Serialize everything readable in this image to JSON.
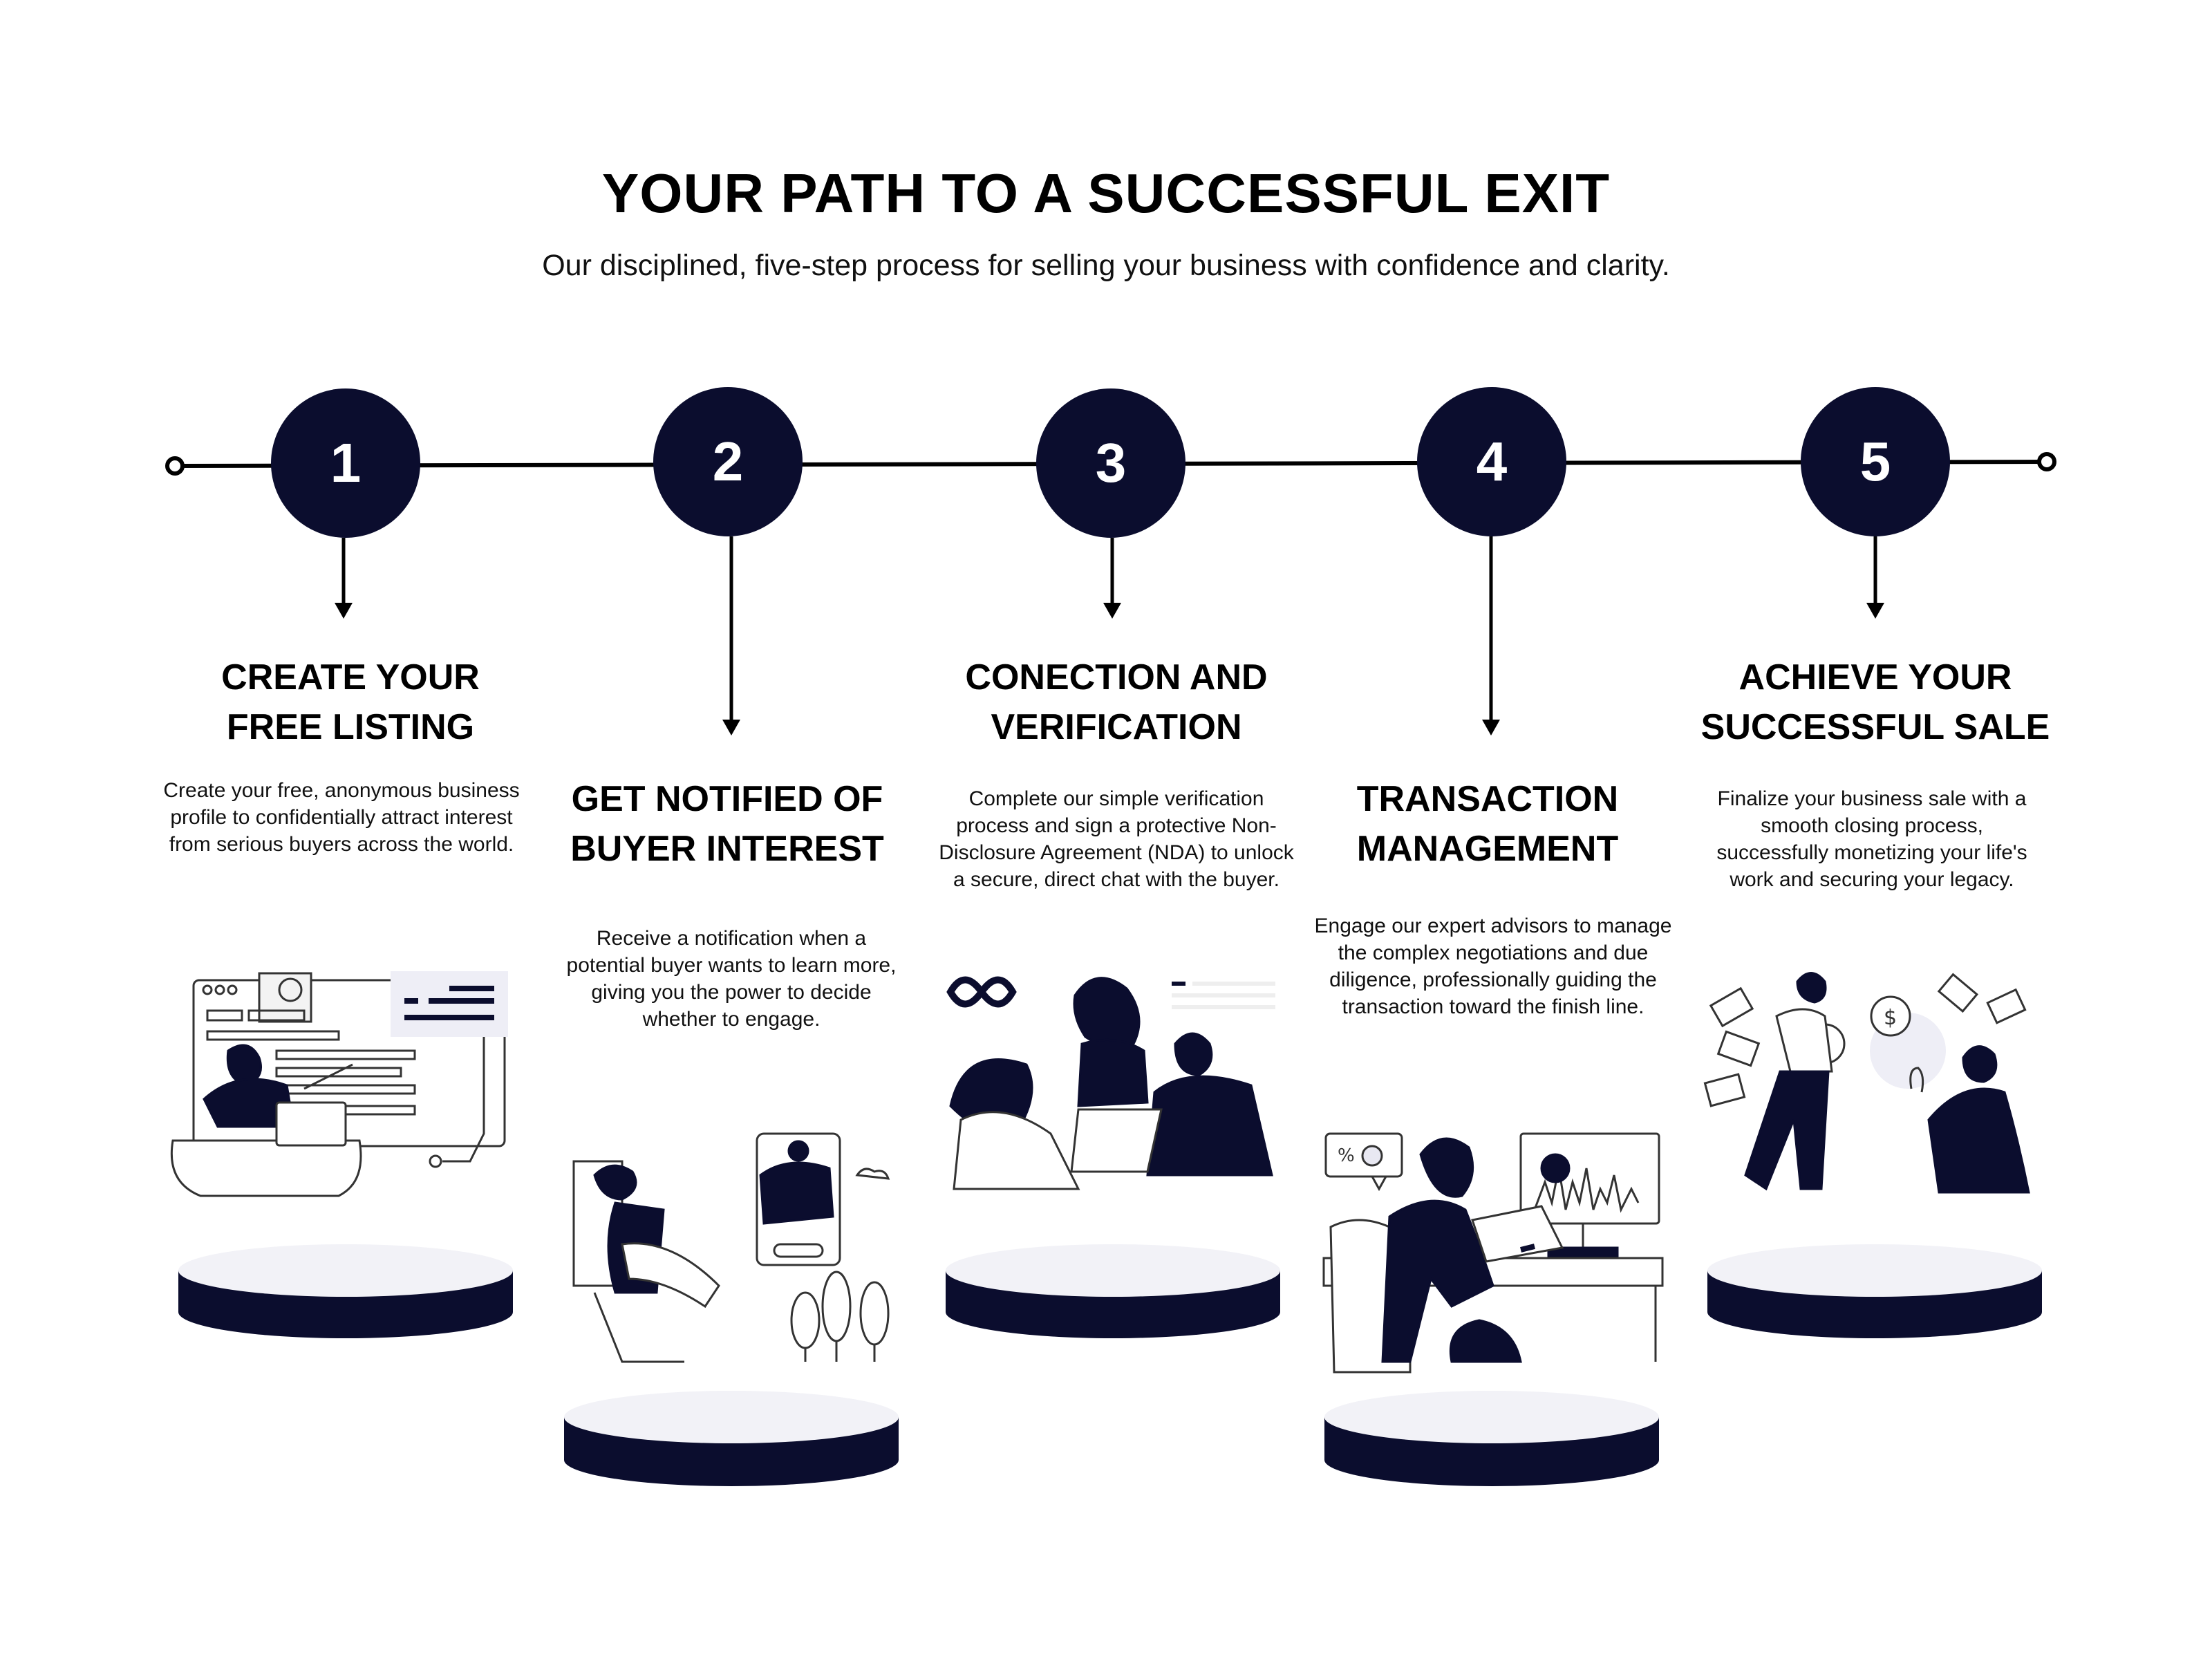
{
  "header": {
    "title": "YOUR PATH TO A SUCCESSFUL EXIT",
    "subtitle": "Our disciplined, five-step process for selling your business with confidence and clarity."
  },
  "colors": {
    "navy": "#0b0d2e",
    "line": "#000000",
    "pedestal_top": "#f2f2f7",
    "tint": "#e8e8f2"
  },
  "steps": [
    {
      "number": "1",
      "title_lines": [
        "CREATE YOUR",
        "FREE LISTING"
      ],
      "description": "Create your free, anonymous business profile to confidentially attract interest from serious buyers across the world.",
      "illustration": "laptop-dashboard-icon"
    },
    {
      "number": "2",
      "title_lines": [
        "GET NOTIFIED OF",
        "BUYER INTEREST"
      ],
      "description": "Receive a notification when a potential buyer wants to learn more, giving you the power to decide whether to engage.",
      "illustration": "video-call-icon"
    },
    {
      "number": "3",
      "title_lines": [
        "CONECTION AND",
        "VERIFICATION"
      ],
      "description": "Complete our simple verification process and sign a protective Non-Disclosure Agreement (NDA) to unlock a secure, direct chat with the buyer.",
      "illustration": "team-meeting-icon"
    },
    {
      "number": "4",
      "title_lines": [
        "TRANSACTION",
        "MANAGEMENT"
      ],
      "description": "Engage our expert advisors to manage the complex negotiations and due diligence, professionally guiding the transaction toward the finish line.",
      "illustration": "desk-analytics-icon"
    },
    {
      "number": "5",
      "title_lines": [
        "ACHIEVE YOUR",
        "SUCCESSFUL SALE"
      ],
      "description": "Finalize your business sale with a smooth closing process, successfully monetizing your life's work and securing your legacy.",
      "illustration": "money-celebration-icon"
    }
  ]
}
